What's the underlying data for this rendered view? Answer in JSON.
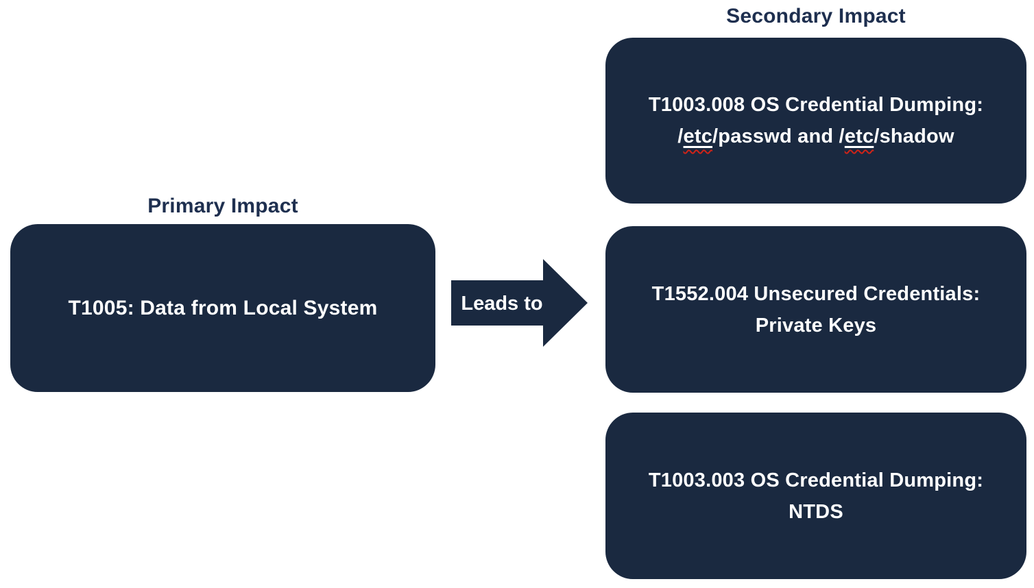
{
  "diagram": {
    "primary": {
      "label": "Primary Impact",
      "box_text": "T1005: Data from Local System"
    },
    "connector": {
      "label": "Leads to",
      "arrow_direction": "right"
    },
    "secondary": {
      "label": "Secondary Impact",
      "boxes": [
        {
          "line1": "T1003.008 OS Credential Dumping:",
          "line2_segments": [
            {
              "text": "/",
              "misspelled": false
            },
            {
              "text": "etc",
              "misspelled": true
            },
            {
              "text": "/passwd and /",
              "misspelled": false
            },
            {
              "text": "etc",
              "misspelled": true
            },
            {
              "text": "/shadow",
              "misspelled": false
            }
          ]
        },
        {
          "line1": "T1552.004 Unsecured Credentials:",
          "line2": "Private Keys"
        },
        {
          "line1": "T1003.003 OS Credential Dumping:",
          "line2": "NTDS"
        }
      ]
    },
    "colors": {
      "box_fill": "#1a2940",
      "title_text": "#1e2f4f",
      "box_text": "#ffffff",
      "squiggle_red": "#cf2318",
      "background": "#ffffff"
    }
  }
}
